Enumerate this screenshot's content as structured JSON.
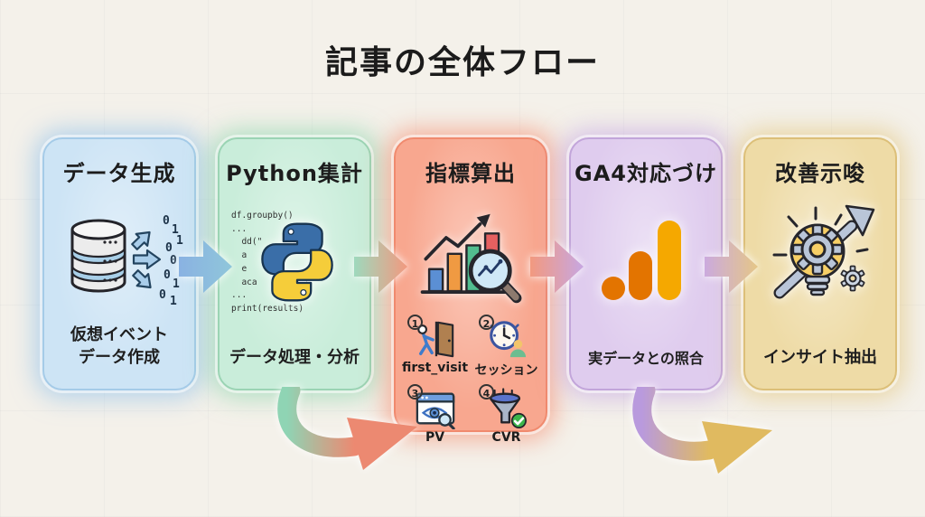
{
  "title": "記事の全体フロー",
  "steps": [
    {
      "title": "データ生成",
      "caption": "仮想イベント\nデータ作成",
      "icon": "database-with-binary-arrows",
      "color": "#cde4f5",
      "border": "#a5cbe8",
      "glow": "rgba(130,185,235,0.55)"
    },
    {
      "title": "Python集計",
      "caption": "データ処理・分析",
      "icon": "python-logo",
      "code": "df.groupby()\n...\n  dd(\"      nta\")\n  a\n  e\n  aca    \"...\")\n...\nprint(results)",
      "color": "#c9edda",
      "border": "#9bd4b4",
      "glow": "rgba(125,210,165,0.55)"
    },
    {
      "title": "指標算出",
      "icon": "bar-chart-magnifier",
      "metrics": [
        {
          "num": "1",
          "label": "first_visit",
          "icon": "door-entry"
        },
        {
          "num": "2",
          "label": "セッション",
          "icon": "clock-user"
        },
        {
          "num": "3",
          "label": "PV",
          "icon": "browser-eye"
        },
        {
          "num": "4",
          "label": "CVR",
          "icon": "funnel-check"
        }
      ],
      "color": "#f8a78f",
      "border": "#f08a6e",
      "glow": "rgba(245,135,105,0.6)"
    },
    {
      "title": "GA4対応づけ",
      "caption": "実データとの照合",
      "icon": "ga4-logo",
      "color": "#dfccee",
      "border": "#c2a5da",
      "glow": "rgba(190,155,225,0.55)"
    },
    {
      "title": "改善示唆",
      "caption": "インサイト抽出",
      "icon": "lightbulb-gear-arrow",
      "color": "#eedba6",
      "border": "#dcbf78",
      "glow": "rgba(225,195,120,0.6)"
    }
  ],
  "binary_digits": [
    "0",
    "1",
    "1",
    "0",
    "0",
    "0",
    "1",
    "0",
    "1"
  ],
  "connectors": {
    "straight_gradients": [
      [
        "#8ab2e2",
        "#8fc6da"
      ],
      [
        "#9ed9bd",
        "#f2997f"
      ],
      [
        "#f2997f",
        "#c7a7e2"
      ],
      [
        "#cbaade",
        "#e5c687"
      ]
    ],
    "curved_gradients": [
      [
        "#8fd4b4",
        "#ec8971"
      ],
      [
        "#b99add",
        "#e0ba60"
      ]
    ]
  },
  "colors": {
    "background": "#f4f1ea",
    "title_text": "#1b1b1b",
    "python_blue": "#3a6ea8",
    "python_yellow": "#f5cd3a",
    "ga4_amber": "#f5a800",
    "ga4_orange": "#e37400",
    "check_green": "#3cb64b"
  }
}
